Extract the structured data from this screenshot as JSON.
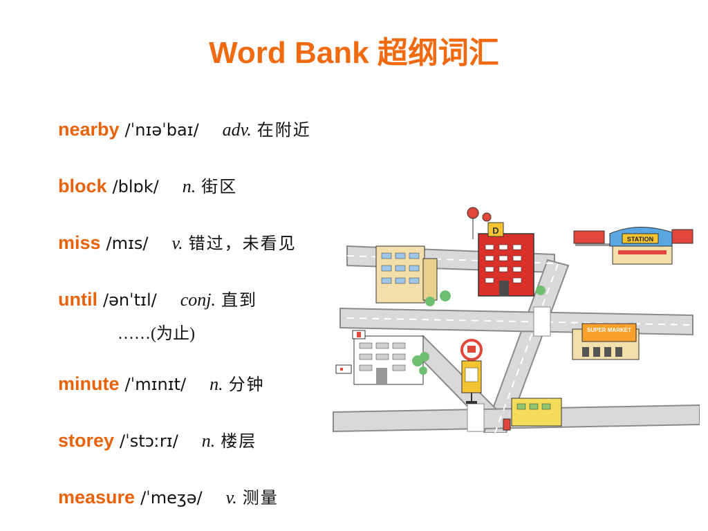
{
  "title": "Word Bank 超纲词汇",
  "entries": [
    {
      "word": "nearby",
      "phonetic": "/ˈnɪəˈbaɪ/",
      "pos": "adv.",
      "meaning": "在附近"
    },
    {
      "word": "block",
      "phonetic": "/blɒk/",
      "pos": "n.",
      "meaning": "街区"
    },
    {
      "word": "miss",
      "phonetic": "/mɪs/",
      "pos": "v.",
      "meaning": "错过，未看见"
    },
    {
      "word": "until",
      "phonetic": "/ənˈtɪl/",
      "pos": "conj.",
      "meaning": "直到",
      "meaning_cont": "……(为止)"
    },
    {
      "word": "minute",
      "phonetic": "/ˈmɪnɪt/",
      "pos": "n.",
      "meaning": "分钟"
    },
    {
      "word": "storey",
      "phonetic": "/ˈstɔːrɪ/",
      "pos": "n.",
      "meaning": "楼层"
    },
    {
      "word": "measure",
      "phonetic": "/ˈmeʒə/",
      "pos": "v.",
      "meaning": "测量"
    }
  ],
  "map": {
    "station_sign": "STATION",
    "supermarket_sign": "SUPER MARKET",
    "building_letter": "D"
  }
}
